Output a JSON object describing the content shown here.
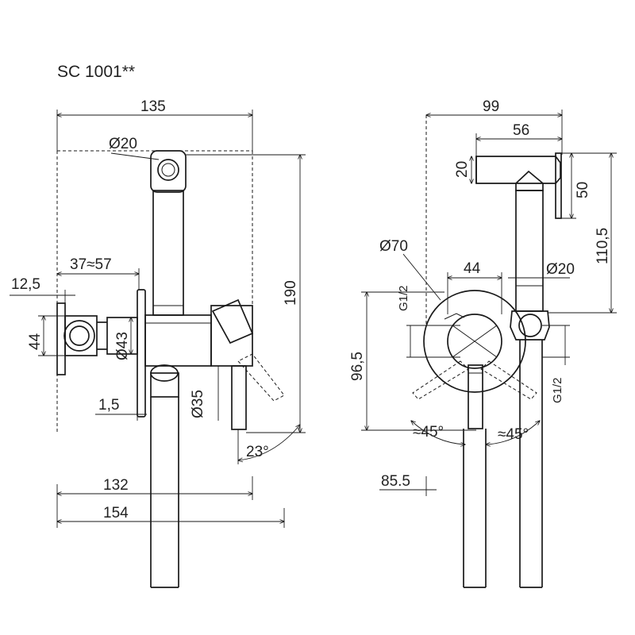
{
  "title": "SC 1001**",
  "side_view": {
    "dims": {
      "width_135": "135",
      "dia_20": "Ø20",
      "dim_37_57": "37≈57",
      "dim_12_5": "12,5",
      "dim_44": "44",
      "dia_43": "Ø43",
      "dia_35": "Ø35",
      "dim_1_5": "1,5",
      "height_190": "190",
      "angle_23": "23°",
      "dim_132": "132",
      "dim_154": "154"
    }
  },
  "front_view": {
    "dims": {
      "width_99": "99",
      "width_56": "56",
      "dim_20": "20",
      "dim_50": "50",
      "height_110_5": "110,5",
      "dia_70": "Ø70",
      "dim_44": "44",
      "dia_20": "Ø20",
      "thread_left": "G1/2",
      "thread_right": "G1/2",
      "height_96_5": "96,5",
      "angle_left": "≈45°",
      "angle_right": "≈45°",
      "dim_85_5": "85.5"
    }
  }
}
